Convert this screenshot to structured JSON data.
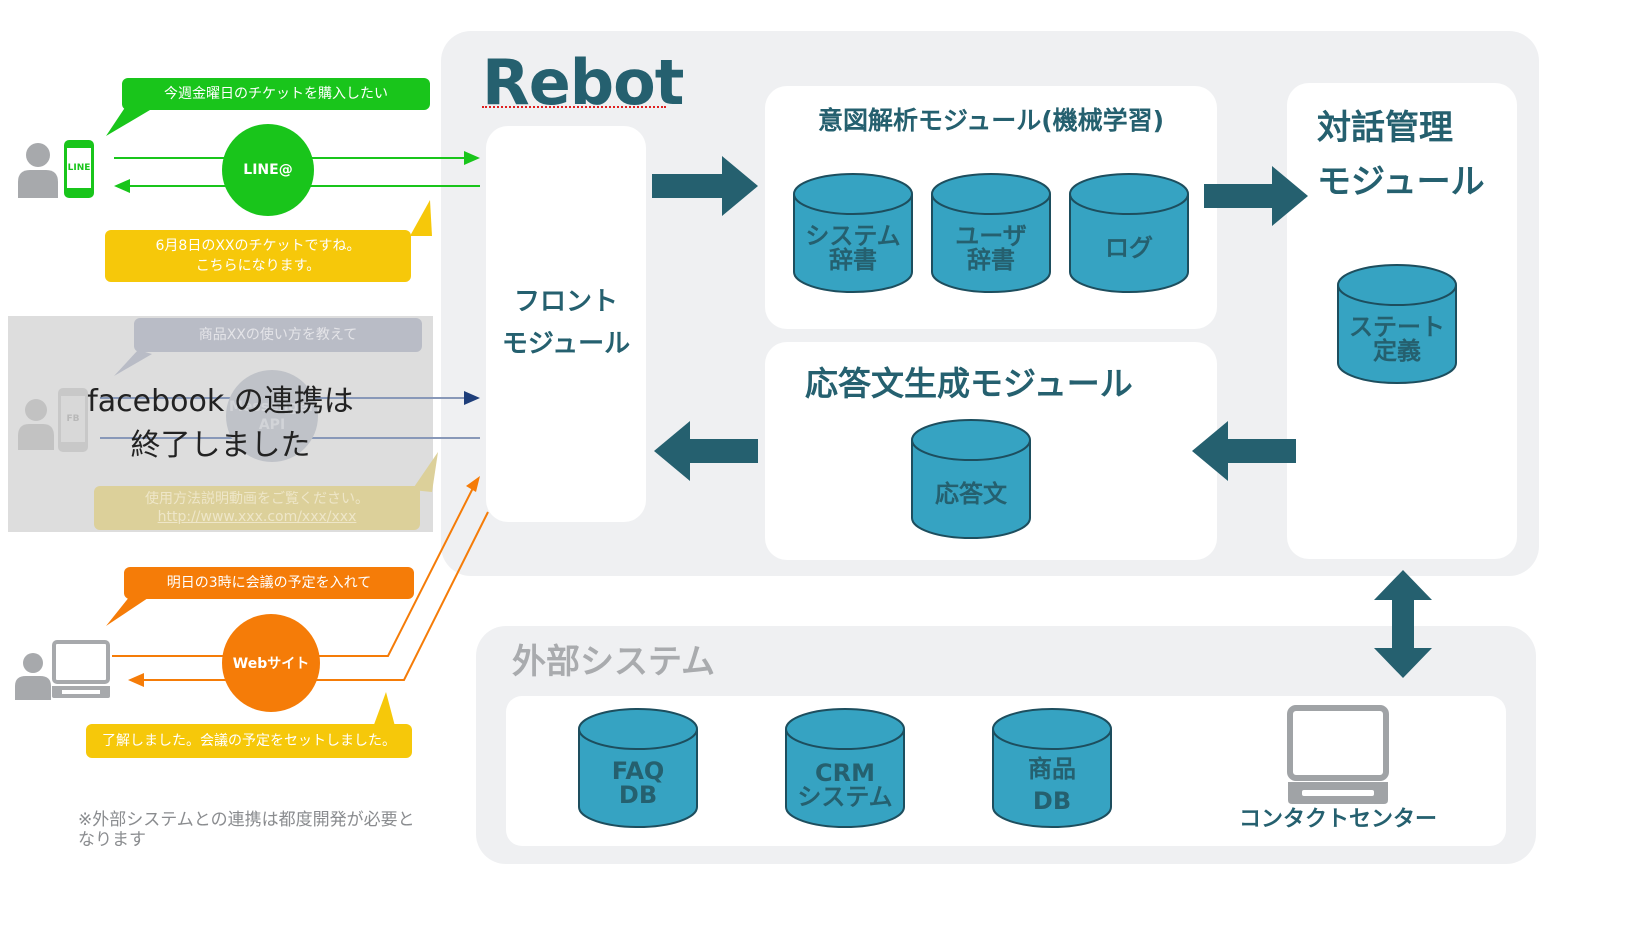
{
  "rebot": {
    "title": "Rebot"
  },
  "front_module": {
    "line1": "フロント",
    "line2": "モジュール"
  },
  "intent_module": {
    "title": "意図解析モジュール(機械学習)",
    "cylinders": [
      {
        "line1": "システム",
        "line2": "辞書"
      },
      {
        "line1": "ユーザ",
        "line2": "辞書"
      },
      {
        "line1": "ログ",
        "line2": ""
      }
    ]
  },
  "dialog_module": {
    "line1": "対話管理",
    "line2": "モジュール",
    "cylinder": {
      "line1": "ステート",
      "line2": "定義"
    }
  },
  "response_module": {
    "title": "応答文生成モジュール",
    "cylinder": {
      "line1": "応答文",
      "line2": ""
    }
  },
  "external": {
    "title": "外部システム",
    "cylinders": [
      {
        "line1": "FAQ",
        "line2": "DB"
      },
      {
        "line1": "CRM",
        "line2": "システム"
      },
      {
        "line1": "商品",
        "line2": "DB"
      }
    ],
    "contact_center": "コンタクトセンター"
  },
  "line_channel": {
    "request": "今週金曜日のチケットを購入したい",
    "circle": "LINE@",
    "phone_label": "LINE",
    "response_line1": "6月8日のXXのチケットですね。",
    "response_line2": "こちらになります。"
  },
  "facebook_channel": {
    "request": "商品XXの使い方を教えて",
    "circle_line1": "Messenger",
    "circle_line2": "API",
    "phone_label": "FB",
    "response_line1": "使用方法説明動画をご覧ください。",
    "response_line2": "http://www.xxx.com/xxx/xxx",
    "overlay_line1": "facebook の連携は",
    "overlay_line2": "終了しました"
  },
  "web_channel": {
    "request": "明日の3時に会議の予定を入れて",
    "circle": "Webサイト",
    "response": "了解しました。会議の予定をセットしました。"
  },
  "footnote": {
    "line1": "※外部システムとの連携は都度開発が必要と",
    "line2": "なります"
  },
  "colors": {
    "teal": "#25606f",
    "cylinder": "#36a3c2",
    "line_green": "#19c51b",
    "yellow": "#f6c80a",
    "orange": "#f57c08",
    "navy": "#1e3e7a",
    "panel": "#eff0f2"
  }
}
